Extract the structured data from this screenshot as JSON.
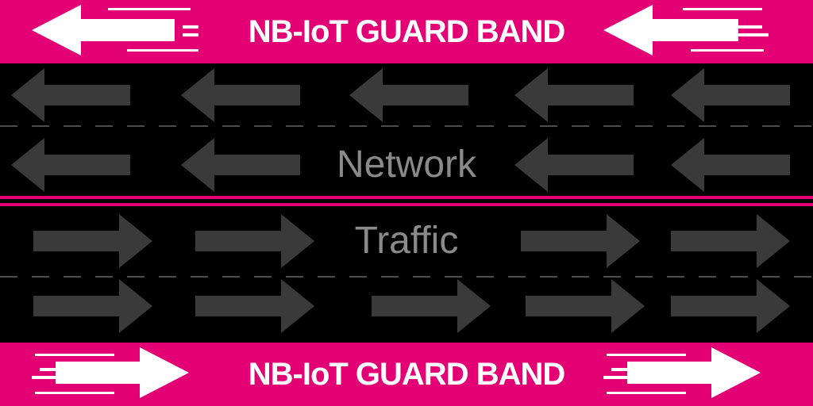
{
  "colors": {
    "magenta": "#e20074",
    "asphalt": "#000000",
    "arrow": "#3a3a3a",
    "lane_marking": "#4d4d4d",
    "label": "#8a8a8a"
  },
  "top_band": {
    "title": "NB-IoT GUARD BAND",
    "direction_icon": "left-arrow-icon"
  },
  "bottom_band": {
    "title": "NB-IoT GUARD BAND",
    "direction_icon": "right-arrow-icon"
  },
  "road": {
    "label_top": "Network",
    "label_bottom": "Traffic"
  }
}
